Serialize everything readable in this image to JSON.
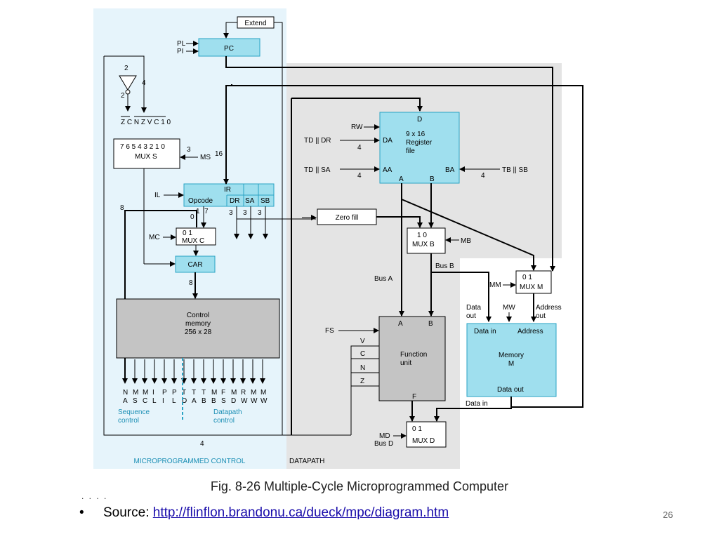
{
  "diagram": {
    "control": {
      "extend": "Extend",
      "pl": "PL",
      "pi": "PI",
      "pc": "PC",
      "cond_flags": "Z C N Z V C 1 0",
      "mux_s_inputs": "7 6 5 4 3 2 1 0",
      "mux_s": "MUX S",
      "ms": "MS",
      "il": "IL",
      "ir": "IR",
      "opcode": "Opcode",
      "dr": "DR",
      "sa": "SA",
      "sb": "SB",
      "mc": "MC",
      "mux_c_inputs": "0   1",
      "mux_c": "MUX C",
      "car": "CAR",
      "cm_line1": "Control",
      "cm_line2": "memory",
      "cm_line3": "256 x 28",
      "out_top": [
        "N",
        "M",
        "M",
        "I",
        "P",
        "P",
        "T",
        "T",
        "T",
        "M",
        "F",
        "M",
        "R",
        "M",
        "M"
      ],
      "out_bot": [
        "A",
        "S",
        "C",
        "L",
        "I",
        "L",
        "D",
        "A",
        "B",
        "B",
        "S",
        "D",
        "W",
        "W",
        "W"
      ],
      "seq_label_1": "Sequence",
      "seq_label_2": "control",
      "dp_label_1": "Datapath",
      "dp_label_2": "control",
      "region_label": "MICROPROGRAMMED CONTROL",
      "w2a": "2",
      "w2b": "2",
      "w4a": "4",
      "w3": "3",
      "w16": "16",
      "w8a": "8",
      "w8b": "8",
      "w0": "0",
      "w1": "1",
      "w7": "7",
      "w3a": "3",
      "w3b": "3",
      "w3c": "3",
      "w4b": "4"
    },
    "datapath": {
      "region_label": "DATAPATH",
      "rw": "RW",
      "td_dr": "TD || DR",
      "td_sa": "TD || SA",
      "tb_sb": "TB || SB",
      "reg_line1": "9 x 16",
      "reg_line2": "Register",
      "reg_line3": "file",
      "d": "D",
      "da": "DA",
      "aa": "AA",
      "ba": "BA",
      "a": "A",
      "b": "B",
      "w4c": "4",
      "w4d": "4",
      "w4e": "4",
      "zero_fill": "Zero fill",
      "mux_b_inputs": "1   0",
      "mux_b": "MUX B",
      "mb": "MB",
      "bus_a": "Bus A",
      "bus_b": "Bus B",
      "mm": "MM",
      "mux_m_inputs": "0   1",
      "mux_m": "MUX M",
      "data_out_1": "Data",
      "data_out_2": "out",
      "mw": "MW",
      "addr_out_1": "Address",
      "addr_out_2": "out",
      "mem_data_in": "Data in",
      "mem_address": "Address",
      "mem_line1": "Memory",
      "mem_line2": "M",
      "mem_data_out": "Data out",
      "data_in_label": "Data in",
      "fs": "FS",
      "fu_a": "A",
      "fu_b": "B",
      "fu_line1": "Function",
      "fu_line2": "unit",
      "v": "V",
      "c": "C",
      "n": "N",
      "z": "Z",
      "f": "F",
      "md": "MD",
      "bus_d": "Bus D",
      "mux_d_inputs": "0   1",
      "mux_d": "MUX D"
    }
  },
  "caption": "Fig. 8-26  Multiple-Cycle Microprogrammed Computer",
  "source_prefix": "Source: ",
  "source_link": "http://flinflon.brandonu.ca/dueck/mpc/diagram.htm",
  "page_number": "26",
  "colors": {
    "control_bg": "#e6f4fb",
    "datapath_bg": "#e4e4e4",
    "block_fill": "#9fdfee",
    "block_stroke": "#2aa3c4",
    "gray_block": "#c4c4c4",
    "label_blue": "#1c8fb5",
    "link": "#1a0dab"
  }
}
